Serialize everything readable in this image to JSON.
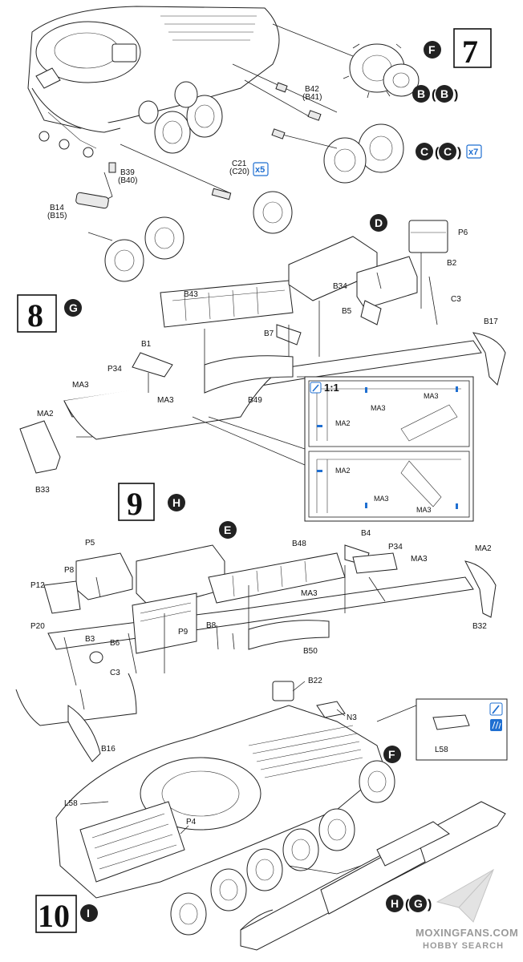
{
  "steps": [
    {
      "number": "7",
      "marker": "F"
    },
    {
      "number": "8",
      "marker": "G"
    },
    {
      "number": "9",
      "marker": "H"
    },
    {
      "number": "10",
      "marker": "I"
    }
  ],
  "step7": {
    "labels": {
      "b42": "B42",
      "b41": "(B41)",
      "c21": "C21",
      "c20": "(C20)",
      "c21_mult": "x5",
      "b39": "B39",
      "b40": "(B40)",
      "b14": "B14",
      "b15": "(B15)"
    },
    "callout_b": {
      "letter": "B",
      "paren": "B"
    },
    "callout_c": {
      "letter": "C",
      "paren": "C",
      "mult": "x7"
    }
  },
  "step8": {
    "labels": {
      "d": "D",
      "p6": "P6",
      "b2": "B2",
      "c3": "C3",
      "b17": "B17",
      "b34": "B34",
      "b5": "B5",
      "b43": "B43",
      "b7": "B7",
      "b1": "B1",
      "p34": "P34",
      "ma3a": "MA3",
      "ma3b": "MA3",
      "b49": "B49",
      "ma2": "MA2",
      "b33": "B33"
    },
    "detail": {
      "scale": "1:1",
      "ma3_a": "MA3",
      "ma3_b": "MA3",
      "ma2_a": "MA2",
      "ma2_b": "MA2",
      "ma3_c": "MA3",
      "ma3_d": "MA3"
    }
  },
  "step9": {
    "labels": {
      "e": "E",
      "p5": "P5",
      "b48": "B48",
      "b4": "B4",
      "p34": "P34",
      "ma3a": "MA3",
      "ma2": "MA2",
      "p8": "P8",
      "p12": "P12",
      "ma3b": "MA3",
      "p9": "P9",
      "b8": "B8",
      "b6": "B6",
      "p20": "P20",
      "b3": "B3",
      "c3": "C3",
      "b50": "B50",
      "b32": "B32",
      "b16": "B16"
    }
  },
  "step10": {
    "labels": {
      "b22": "B22",
      "n3": "N3",
      "f": "F",
      "l58_inset": "L58",
      "l58": "L58",
      "p4": "P4"
    },
    "callout_hg": {
      "letter": "H",
      "paren": "G"
    }
  },
  "watermark": {
    "line1": "MOXINGFANS.COM",
    "line2": "HOBBY SEARCH"
  }
}
